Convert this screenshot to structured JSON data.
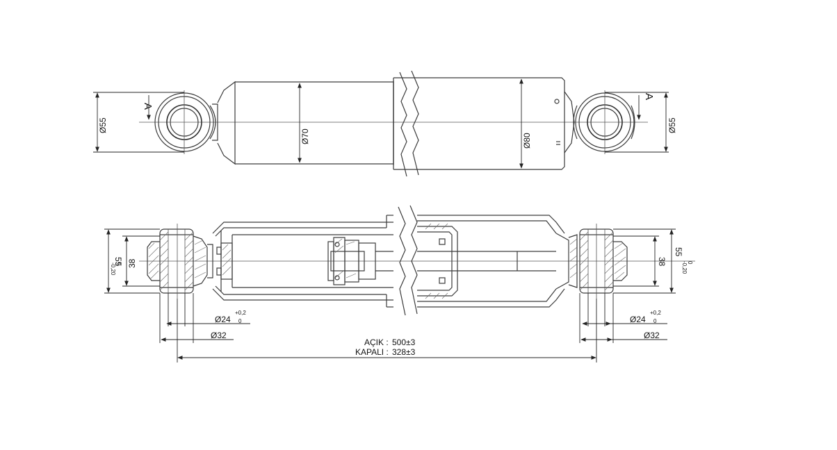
{
  "labels": {
    "section_mark_left": "A",
    "section_mark_right": "A",
    "eye_dia_left": "Ø55",
    "eye_dia_right": "Ø55",
    "tube_dia": "Ø70",
    "body_dia": "Ø80",
    "eye_height_left_main": "55",
    "eye_height_left_tol_up": "0",
    "eye_height_left_tol_dn": "-0,20",
    "eye_height_right_main": "55",
    "eye_height_right_tol_up": "0",
    "eye_height_right_tol_dn": "-0,20",
    "bush_height_left": "38",
    "bush_height_right": "38",
    "bore_left_main": "Ø24",
    "bore_left_tol_up": "+0,2",
    "bore_left_tol_dn": "0",
    "bore_right_main": "Ø24",
    "bore_right_tol_up": "+0,2",
    "bore_right_tol_dn": "0",
    "bush_dia_left": "Ø32",
    "bush_dia_right": "Ø32",
    "open_label": "AÇIK :",
    "open_value": "500±3",
    "closed_label": "KAPALI :",
    "closed_value": "328±3"
  },
  "colors": {
    "line": "#3a3a3a",
    "text": "#111111",
    "background": "#ffffff"
  }
}
